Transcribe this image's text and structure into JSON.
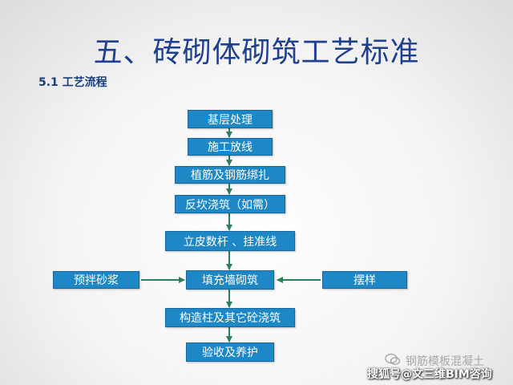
{
  "slide": {
    "title": "五、砖砌体砌筑工艺标准",
    "subtitle": "5.1  工艺流程"
  },
  "flow": {
    "steps": [
      "基层处理",
      "施工放线",
      "植筋及钢筋绑扎",
      "反坎浇筑（如需）",
      "立皮数杆 、挂准线",
      "填充墙砌筑",
      "构造柱及其它砼浇筑",
      "验收及养护"
    ],
    "left_input": "预拌砂浆",
    "right_input": "摆样"
  },
  "watermark": {
    "line1": "钢筋模板混凝土",
    "line2": "搜狐号@文三维BIM咨询"
  },
  "colors": {
    "box": "#1e88c7",
    "title": "#1f3f8f",
    "arrow": "#2e7d5b"
  }
}
